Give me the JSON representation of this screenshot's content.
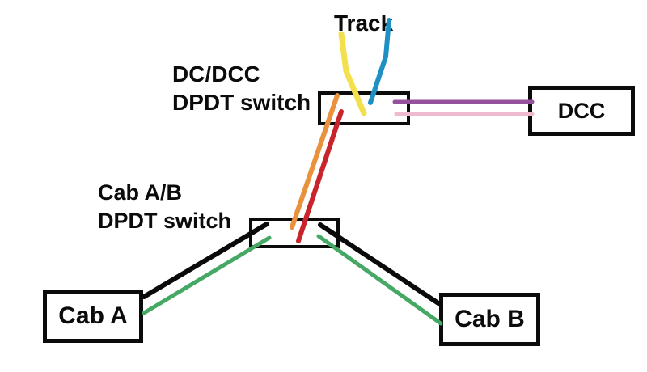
{
  "labels": {
    "track": "Track",
    "dc_dcc_line1": "DC/DCC",
    "dc_dcc_line2": "DPDT switch",
    "cab_ab_line1": "Cab A/B",
    "cab_ab_line2": "DPDT switch",
    "dcc": "DCC",
    "cab_a": "Cab A",
    "cab_b": "Cab B"
  },
  "colors": {
    "yellow_wire": "#F2E14C",
    "blue_wire": "#1E90C3",
    "purple_wire": "#95519C",
    "pink_wire": "#EFB9D0",
    "orange_wire": "#E8923E",
    "red_wire": "#C9242B",
    "black_wire": "#0A0A0A",
    "green_wire": "#46A865",
    "box_border": "#0B0B0B",
    "background": "#FFFFFF",
    "text": "#0B0B0B"
  },
  "connections": [
    {
      "wire": "yellow",
      "color": "#F2E14C",
      "from": "Track",
      "to": "DC/DCC DPDT switch"
    },
    {
      "wire": "blue",
      "color": "#1E90C3",
      "from": "Track",
      "to": "DC/DCC DPDT switch"
    },
    {
      "wire": "purple",
      "color": "#95519C",
      "from": "DC/DCC DPDT switch",
      "to": "DCC"
    },
    {
      "wire": "pink",
      "color": "#EFB9D0",
      "from": "DC/DCC DPDT switch",
      "to": "DCC"
    },
    {
      "wire": "orange",
      "color": "#E8923E",
      "from": "DC/DCC DPDT switch",
      "to": "Cab A/B DPDT switch"
    },
    {
      "wire": "red",
      "color": "#C9242B",
      "from": "DC/DCC DPDT switch",
      "to": "Cab A/B DPDT switch"
    },
    {
      "wire": "black",
      "color": "#0A0A0A",
      "from": "Cab A/B DPDT switch",
      "to": "Cab A"
    },
    {
      "wire": "green",
      "color": "#46A865",
      "from": "Cab A/B DPDT switch",
      "to": "Cab A"
    },
    {
      "wire": "black",
      "color": "#0A0A0A",
      "from": "Cab A/B DPDT switch",
      "to": "Cab B"
    },
    {
      "wire": "green",
      "color": "#46A865",
      "from": "Cab A/B DPDT switch",
      "to": "Cab B"
    }
  ]
}
